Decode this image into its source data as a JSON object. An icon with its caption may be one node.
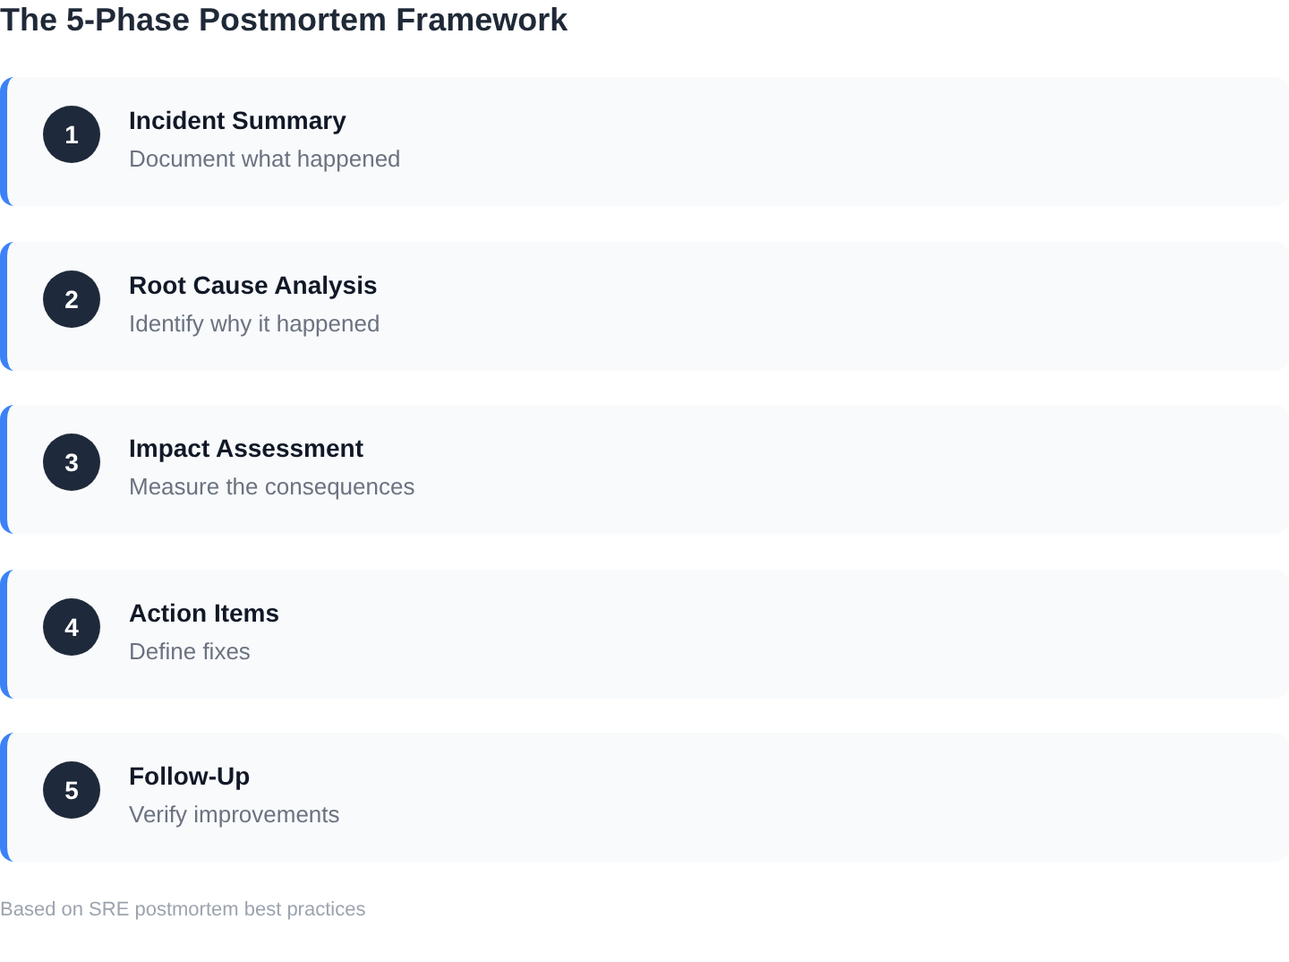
{
  "diagram": {
    "title": "The 5-Phase Postmortem Framework",
    "nodes": [
      {
        "text": [
          "Incident Summary",
          "Document what happened"
        ]
      },
      {
        "text": [
          "1"
        ],
        "in": 0
      },
      {
        "text": [
          "Root Cause Analysis",
          "Identify why it happened"
        ]
      },
      {
        "text": [
          "2"
        ],
        "in": 2
      },
      {
        "text": [
          "Impact Assessment",
          "Measure the consequences"
        ]
      },
      {
        "text": [
          "3"
        ],
        "in": 4
      },
      {
        "text": [
          "Action Items",
          "Define fixes"
        ]
      },
      {
        "text": [
          "4"
        ],
        "in": 6
      },
      {
        "text": [
          "Follow-Up",
          "Verify improvements"
        ]
      },
      {
        "text": [
          "5"
        ],
        "in": 8
      }
    ],
    "labels": [
      "Based on SRE postmortem best practices"
    ]
  }
}
